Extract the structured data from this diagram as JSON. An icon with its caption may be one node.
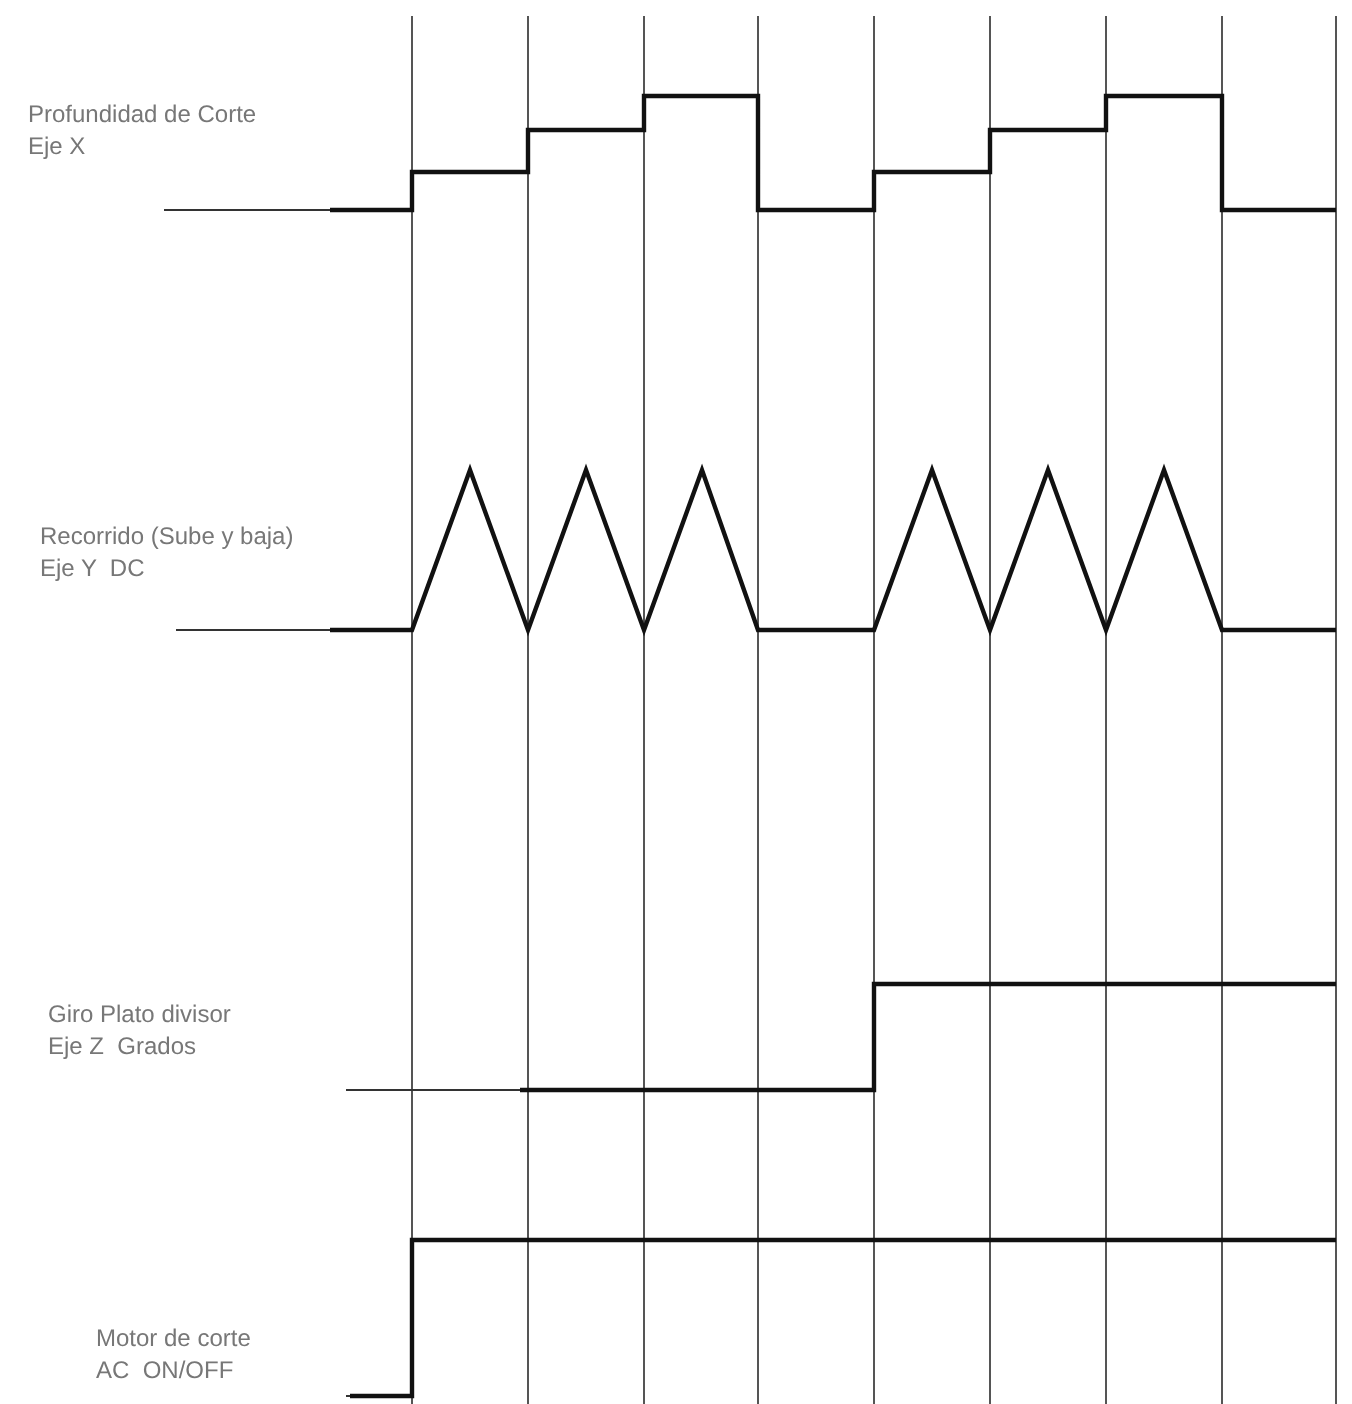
{
  "diagram": {
    "labels": [
      "Profundidad de Corte",
      "Eje X",
      "Recorrido (Sube y baja)",
      "Eje Y  DC",
      "Giro Plato divisor",
      "Eje Z  Grados",
      "Motor de corte",
      "AC  ON/OFF"
    ]
  }
}
